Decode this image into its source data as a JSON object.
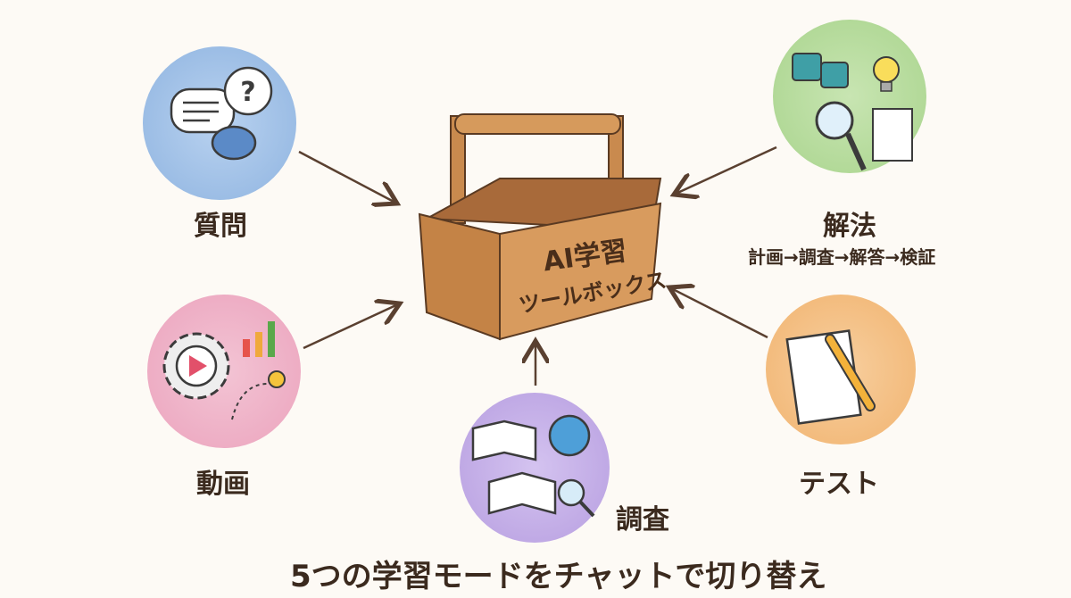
{
  "center": {
    "line1": "AI学習",
    "line2": "ツールボックス"
  },
  "modes": {
    "question": {
      "label": "質問",
      "color": "#8fb4e0"
    },
    "video": {
      "label": "動画",
      "color": "#eba3bd"
    },
    "research": {
      "label": "調査",
      "color": "#b79ee0"
    },
    "test": {
      "label": "テスト",
      "color": "#f1b36f"
    },
    "solve": {
      "label": "解法",
      "sub": "計画→調査→解答→検証",
      "color": "#a9d48d"
    }
  },
  "caption": "5つの学習モードをチャットで切り替え"
}
